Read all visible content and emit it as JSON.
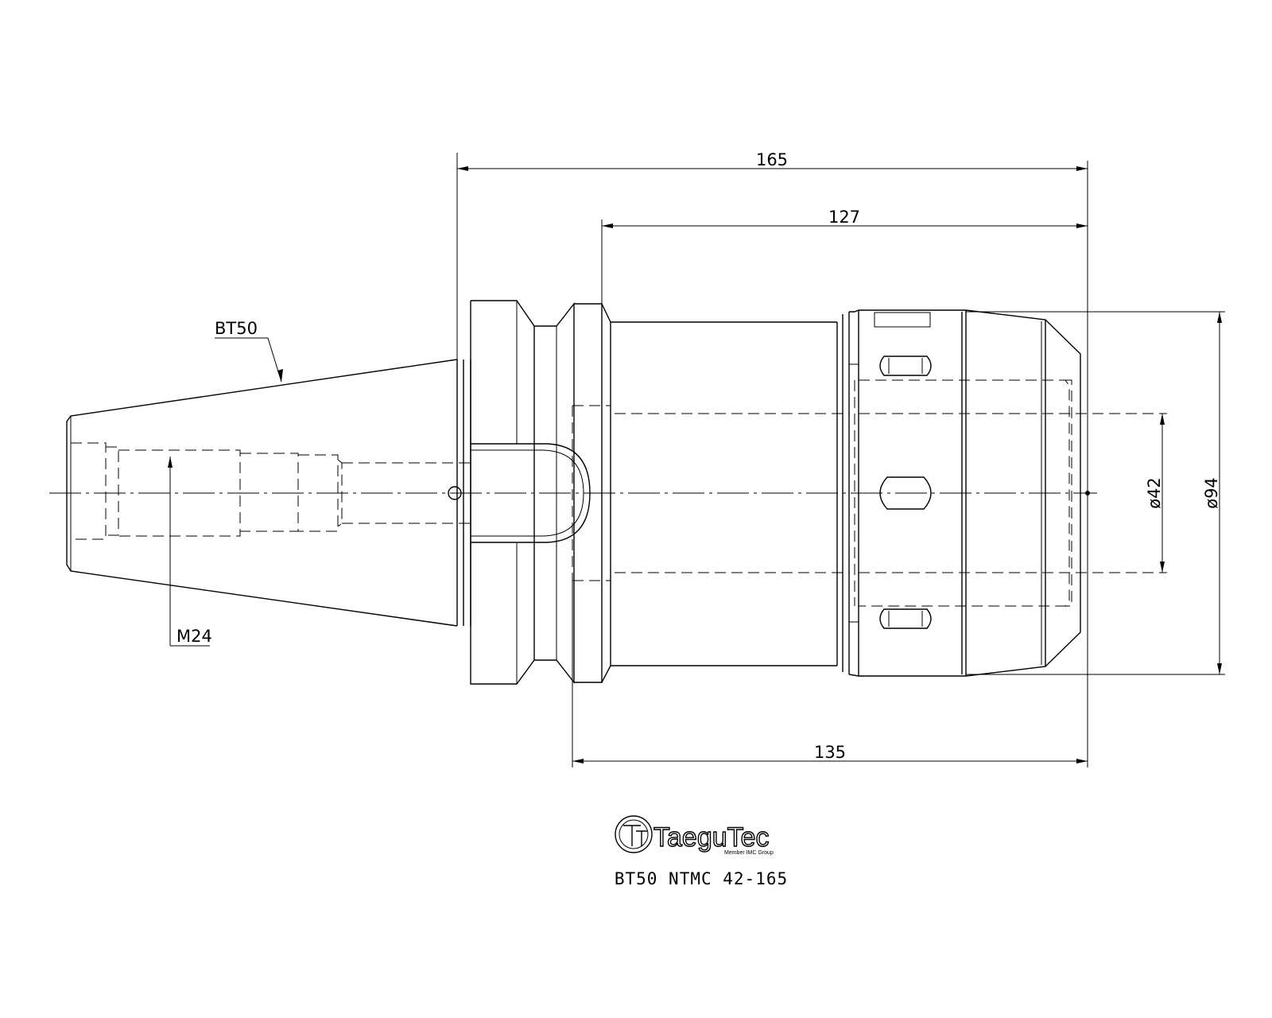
{
  "drawing": {
    "dimensions": {
      "overall_length": "165",
      "body_length": "127",
      "gauge_length": "135",
      "bore_diameter": "ø42",
      "outer_diameter": "ø94"
    },
    "labels": {
      "taper": "BT50",
      "thread": "M24"
    },
    "logo": {
      "brand": "TaeguTec",
      "tagline": "Member IMC Group"
    },
    "part_number": "BT50 NTMC 42-165"
  }
}
